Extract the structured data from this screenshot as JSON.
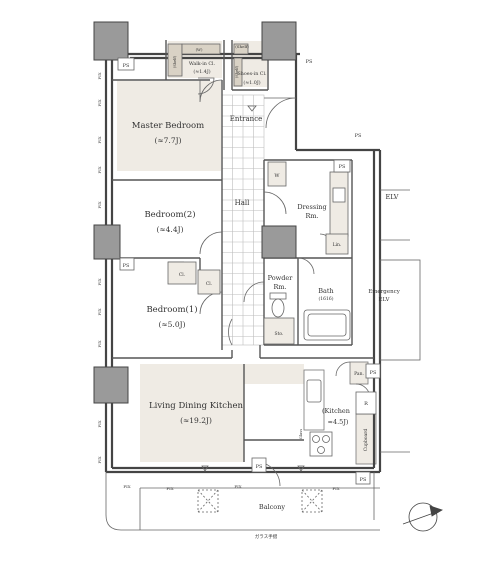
{
  "rooms": {
    "master_bedroom": {
      "name": "Master Bedroom",
      "size": "(≈7.7J)"
    },
    "bedroom2": {
      "name": "Bedroom(2)",
      "size": "(≈4.4J)"
    },
    "bedroom1": {
      "name": "Bedroom(1)",
      "size": "(≈5.0J)"
    },
    "ldk": {
      "name": "Living Dining Kitchen",
      "size": "(≈19.2J)"
    },
    "kitchen": {
      "name": "(Kitchen",
      "size": "≈4.5J)"
    },
    "walkin": {
      "name": "Walk-in Cl.",
      "size": "(≈1.4J)"
    },
    "shoesin": {
      "name": "Shoes-in Cl.",
      "size": "(≈1.0J)"
    },
    "entrance": "Entrance",
    "hall": "Hall",
    "dressing": {
      "l1": "Dressing",
      "l2": "Rm."
    },
    "powder": {
      "l1": "Powder",
      "l2": "Rm."
    },
    "bath": {
      "l1": "Bath",
      "l2": "(1616)"
    },
    "balcony": "Balcony"
  },
  "labels": {
    "ps": "PS",
    "fix": "FIX",
    "elv": "ELV",
    "emergency": "Emergency",
    "cl": "Cl.",
    "lin": "Lin.",
    "sto": "Sto.",
    "pan": "Pan.",
    "w": "W",
    "r": "R",
    "cupboard": "Cupboard",
    "shelf": "(Shelf)",
    "shelf_short": "(Shelf)",
    "wi": "(W)",
    "glass_rail": "ガラス手摺",
    "glass": "Glass"
  }
}
